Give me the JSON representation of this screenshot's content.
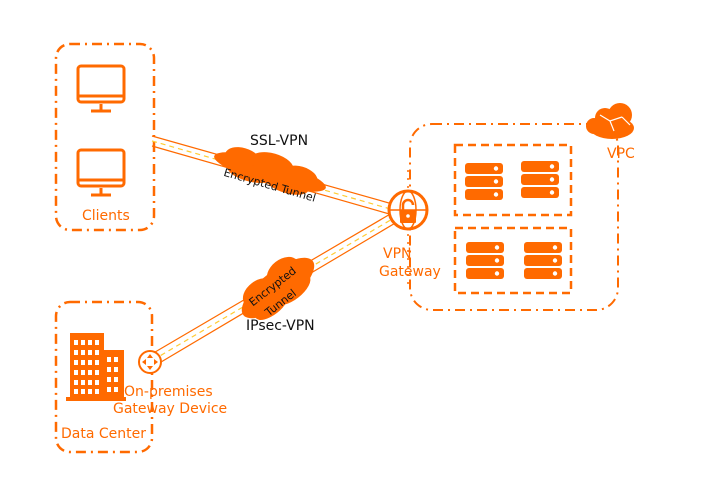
{
  "colors": {
    "accent": "#ff6a00",
    "tunnel_dash": "#ffcc33",
    "text_dark": "#111111",
    "background": "#ffffff"
  },
  "groups": {
    "clients": {
      "label": "Clients",
      "icons": [
        "monitor-icon",
        "monitor-icon"
      ]
    },
    "data_center": {
      "label": "Data Center",
      "icon": "building-icon"
    },
    "vpc": {
      "label": "VPC",
      "icon": "cloud-network-icon",
      "server_groups": [
        {
          "servers": [
            "server-stack-icon",
            "server-stack-icon"
          ]
        },
        {
          "servers": [
            "server-stack-icon",
            "server-stack-icon"
          ]
        }
      ]
    }
  },
  "nodes": {
    "vpn_gateway": {
      "label_line1": "VPN",
      "label_line2": "Gateway",
      "icon": "globe-lock-icon"
    },
    "onprem_gateway": {
      "label_line1": "On-premises",
      "label_line2": "Gateway Device",
      "icon": "router-icon"
    }
  },
  "connections": {
    "ssl": {
      "label": "SSL-VPN",
      "tunnel_label": "Encrypted Tunnel",
      "from": "Clients",
      "to": "VPN Gateway"
    },
    "ipsec": {
      "label": "IPsec-VPN",
      "tunnel_label_line1": "Encrypted",
      "tunnel_label_line2": "Tunnel",
      "from": "On-premises Gateway Device",
      "to": "VPN Gateway"
    }
  }
}
